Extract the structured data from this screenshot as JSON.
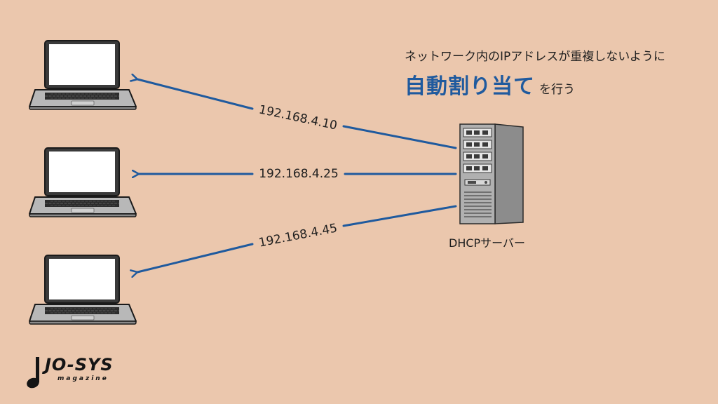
{
  "caption": {
    "line1": "ネットワーク内のIPアドレスが重複しないように",
    "emphasis": "自動割り当て",
    "suffix": "を行う"
  },
  "server": {
    "label": "DHCPサーバー"
  },
  "assignments": [
    {
      "ip": "192.168.4.10"
    },
    {
      "ip": "192.168.4.25"
    },
    {
      "ip": "192.168.4.45"
    }
  ],
  "colors": {
    "background": "#ebc7ad",
    "arrow": "#1f5a9e",
    "emphasis": "#1f5a9e"
  },
  "logo": {
    "main": "JO-SYS",
    "sub": "magazine"
  }
}
